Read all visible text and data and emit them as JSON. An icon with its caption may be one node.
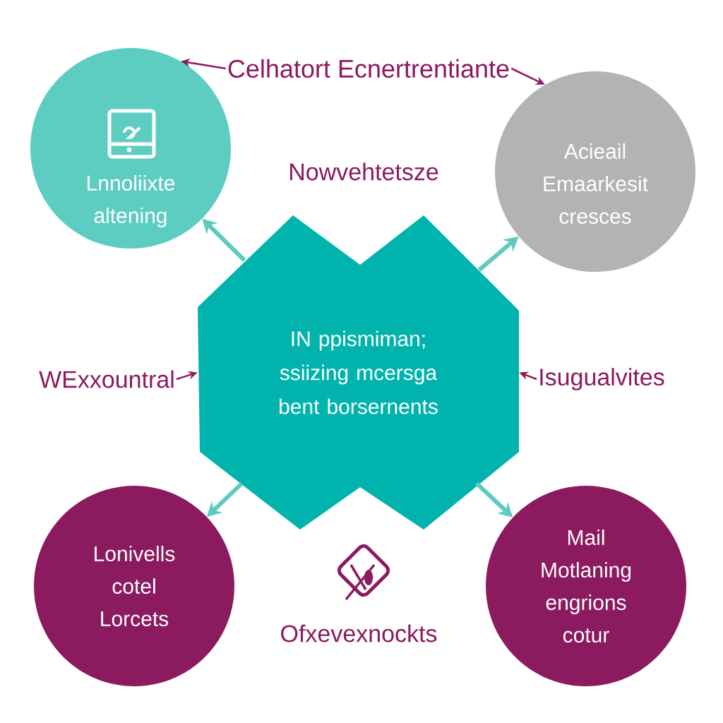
{
  "diagram": {
    "nodes": [
      {
        "text": [
          "IN ppismiman; ssiizing mcersga bent borsernents"
        ]
      },
      {
        "text": [
          "Lnnoliixte altening"
        ]
      },
      {
        "text": [
          "Acieail Emaarkesit cresces"
        ]
      },
      {
        "text": [
          "Lonivells cotel Lorcets"
        ]
      },
      {
        "text": [
          "Mail Motlaning engrions cotur"
        ]
      },
      {
        "text": [
          "WExxountral"
        ]
      },
      {
        "text": [
          "Isugualvites"
        ]
      },
      {
        "text": [
          "Celhatort Ecnertrentiante"
        ]
      }
    ],
    "edges": [
      {
        "from": 0,
        "to": 1,
        "arrow": "to",
        "style": "thick"
      },
      {
        "from": 0,
        "to": 2,
        "arrow": "to",
        "style": "thick"
      },
      {
        "from": 0,
        "to": 3,
        "arrow": "to",
        "style": "thick"
      },
      {
        "from": 0,
        "to": 4,
        "arrow": "to",
        "style": "thick"
      },
      {
        "from": 5,
        "to": 0,
        "arrow": "to",
        "color": "#8c1a5e"
      },
      {
        "from": 6,
        "to": 0,
        "arrow": "to",
        "color": "#8c1a5e"
      },
      {
        "from": 7,
        "to": 1,
        "arrow": "to",
        "color": "#8c1a5e"
      },
      {
        "from": 7,
        "to": 2,
        "arrow": "to",
        "color": "#8c1a5e"
      }
    ],
    "labels": [
      "Nowvehtetsze",
      "Ofxevexnockts"
    ]
  }
}
